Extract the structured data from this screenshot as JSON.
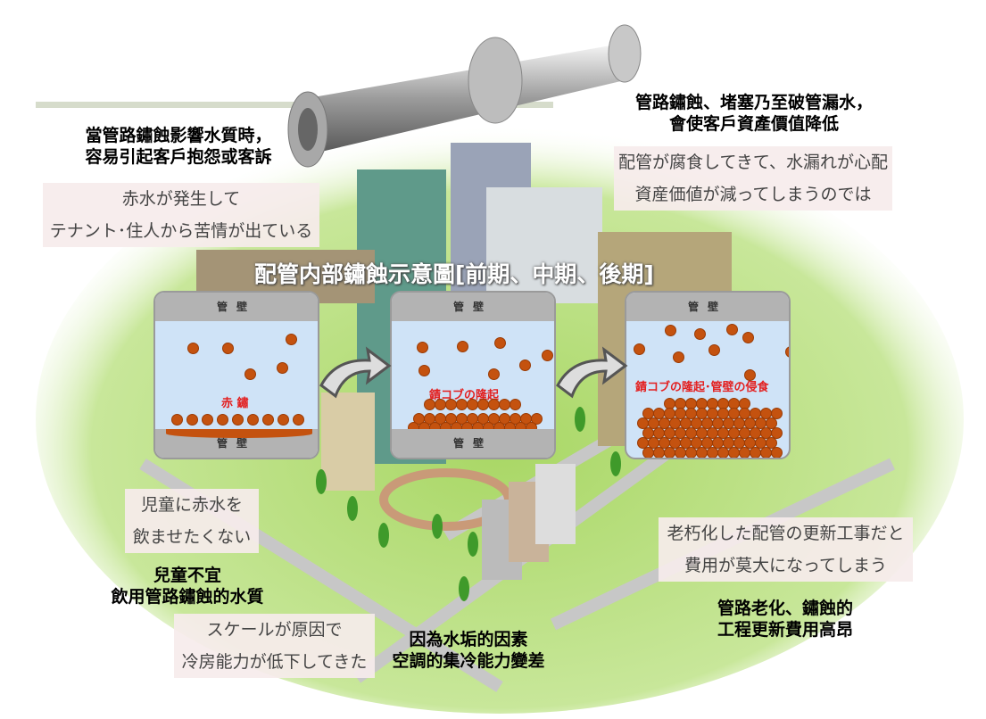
{
  "colors": {
    "rust": "#c4520f",
    "water": "#cfe3f7",
    "wall": "#b3b3b3",
    "rust_label": "#e32020",
    "ground": "#a8d66a"
  },
  "callouts": {
    "top_left": {
      "zh": [
        "當管路鏽蝕影響水質時，",
        "容易引起客戶抱怨或客訴"
      ],
      "jp": [
        "赤水が発生して",
        "テナント･住人から苦情が出ている"
      ]
    },
    "top_right": {
      "zh": [
        "管路鏽蝕、堵塞乃至破管漏水，",
        "會使客戶資產價值降低"
      ],
      "jp": [
        "配管が腐食してきて、水漏れが心配",
        "資産価値が減ってしまうのでは"
      ]
    },
    "bottom_left": {
      "jp": [
        "児童に赤水を",
        "飲ませたくない"
      ],
      "zh": [
        "兒童不宜",
        "飲用管路鏽蝕的水質"
      ]
    },
    "bottom_center": {
      "jp": [
        "スケールが原因で",
        "冷房能力が低下してきた"
      ],
      "zh": [
        "因為水垢的因素",
        "空調的集冷能力變差"
      ]
    },
    "bottom_right": {
      "jp": [
        "老朽化した配管の更新工事だと",
        "費用が莫大になってしまう"
      ],
      "zh": [
        "管路老化、鏽蝕的",
        "工程更新費用高昂"
      ]
    }
  },
  "diagram": {
    "title": "配管内部鏽蝕示意圖[前期、中期、後期]",
    "wall_label": "管壁",
    "stages": [
      {
        "name": "前期",
        "label": "赤 鏽"
      },
      {
        "name": "中期",
        "label": "錆コブの隆起"
      },
      {
        "name": "後期",
        "label": "錆コブの隆起･管壁の侵食"
      }
    ]
  }
}
